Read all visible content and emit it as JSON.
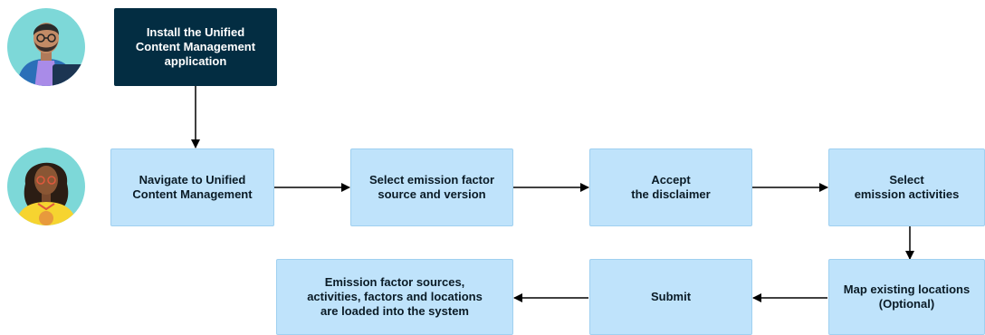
{
  "colors": {
    "dark_box": "#032D42",
    "light_box": "#BFE3FB",
    "arrow": "#000000",
    "avatar_bg": "#7DD8D8"
  },
  "actors": [
    {
      "icon": "admin-avatar-icon"
    },
    {
      "icon": "user-avatar-icon"
    }
  ],
  "steps": {
    "install": "Install the Unified\nContent Management\napplication",
    "navigate": "Navigate to Unified\nContent Management",
    "select_source": "Select emission factor\nsource and version",
    "accept": "Accept\nthe disclaimer",
    "select_activities": "Select\nemission activities",
    "map_locations": "Map existing locations\n(Optional)",
    "submit": "Submit",
    "loaded": "Emission factor sources,\nactivities, factors and locations\nare loaded into the system"
  }
}
